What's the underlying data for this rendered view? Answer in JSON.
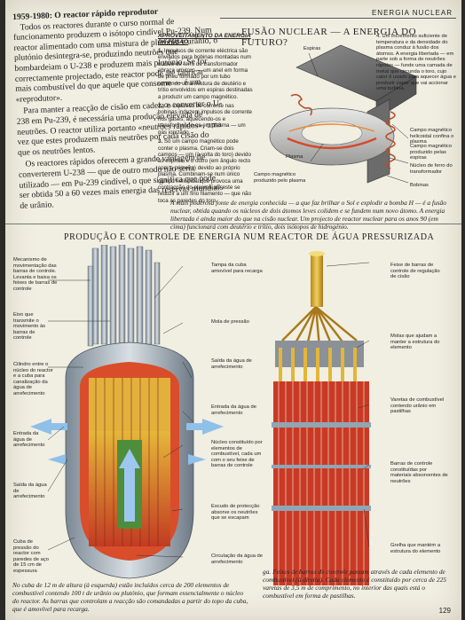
{
  "header": {
    "section": "ENERGIA NUCLEAR",
    "page_number": "129"
  },
  "left_article": {
    "title": "1959-1980: O reactor rápido reprodutor",
    "paragraphs": [
      "Todos os reactores durante o curso normal de funcionamento produzem o isótopo cindível Pu-239. Num reactor alimentado com uma mistura de plutónio e urânio, o plutónio desintegra-se, produzindo neutrões que bombardeiam o U-238 e produzem mais plutónio. Se for correctamente projectado, este reactor pode até fabricar mais combustível do que aquele que consome — é um «reprodutor».",
      "Para manter a reacção de cisão em cadeia e converter o U-238 em Pu-239, é necessária uma produção elevada de neutrões. O reactor utiliza portanto «neutrões rápidos», uma vez que estes produzem mais neutrões por cada cisão do que os neutrões lentos.",
      "Os reactores rápidos oferecem a grande vantagem de converterem U-238 — que de outro modo não seria utilizado — em Pu-239 cindível, o que significa que pode ser obtida 50 a 60 vezes mais energia das reservas mundiais de urânio."
    ]
  },
  "fusion": {
    "title_left": "FUSÃO NUCLEAR —",
    "title_right": "A ENERGIA DO FUTURO?",
    "use_heading": "APROVEITAMENTO DA ENERGIA DA FUSÃO",
    "steps": [
      {
        "n": "1.",
        "text": "Impulsos de corrente eléctrica são enviados para bobinas montadas num núcleo de ferro de transformador abraça um toro — um anel em forma de pneu formado por um tubo contendo uma mistura de deutério e trítio envolvidos em espiras destinadas a produzir um campo magnético."
      },
      {
        "n": "2.",
        "text": "Os impulsos de corrente nas bobinas induzem impulsos de corrente nos gases, aquecendo-os e transformando-os em plasma — um gás ionizado."
      },
      {
        "n": "3.",
        "text": "Só um campo magnético pode conter o plasma. Criam-se dois campos — um (à volta do toro) devido às espiras, e o outro (em ângulo recto com o primeiro) devido ao próprio plasma. Combinam-se num único campo helicoidal que provoca uma contracção do plasma até este se reduzir a um fino filamento — que não toca as paredes do toro."
      },
      {
        "n": "4.",
        "text": "Um incremento suficiente de temperatura e da densidade do plasma conduz à fusão dos átomos. A energia libertada — em parte sob a forma de neutrões rápidos — funde uma camada de metal que circunda o toro, cujo calor é usado para aquecer água e produzir vapor que vai accionar uma turbina."
      }
    ],
    "labels": {
      "espiras": "Espiras",
      "plasma": "Plasma",
      "campo_helicoidal": "Campo magnético helicoidal confina o plasma",
      "campo_espiras": "Campo magnético produzido pelas espiras",
      "nucleo": "Núcleo de ferro do transformador",
      "bobinas": "Bobinas",
      "campo_plasma": "Campo magnético produzido pelo plasma"
    },
    "caption": "A mais poderosa fonte de energia conhecida — a que faz brilhar o Sol e explodir a bomba H — é a fusão nuclear, obtida quando os núcleos de dois átomos leves colidem e se fundem num novo átomo. A energia libertada é ainda maior do que na cisão nuclear. Um projecto de reactor nuclear para os anos 90 (em cima) funcionará com deutério e trítio, dois isótopos de hidrogénio."
  },
  "pwr": {
    "title": "PRODUÇÃO E CONTROLE DE ENERGIA NUM REACTOR DE ÁGUA PRESSURIZADA",
    "left_labels": [
      "Mecanismo de movimentação das barras de controle. Levanta e baixa os feixes de barras de controle",
      "Eixo que transmite o movimento às barras de controle",
      "Cilindro entre o núcleo do reactor e a cuba para canalização da água de arrefecimento",
      "Entrada da água de arrefecimento",
      "Saída da água de arrefecimento",
      "Cuba de pressão do reactor com paredes de aço de 15 cm de espessura"
    ],
    "mid_labels": [
      "Tampa da cuba amovível para recarga",
      "Mola de pressão",
      "Saída da água de arrefecimento",
      "Entrada da água de arrefecimento",
      "Núcleo constituído por elementos de combustível, cada um com o seu feixe de barras de controle",
      "Escudo de protecção absorve os neutrões que se escapam",
      "Circulação da água de arrefecimento"
    ],
    "right_labels": [
      "Feixe de barras de controle de regulação de cisão",
      "Molas que ajudam a manter a estrutura do elemento",
      "Varetas de combustível contendo urânio em pastilhas",
      "Barras de controle constituídas por materiais absorventes de neutrões",
      "Grelha que mantém a estrutura do elemento"
    ],
    "caption_left": "No cuba de 12 m de altura (à esquerda) estão incluídos cerca de 200 elementos de combustível contendo 100 t de urânio ou plutónio, que formam essencialmente o núcleo do reactor. As barras que controlam a reacção são comandadas a partir do topo da cuba, que é amovível para recarga.",
    "caption_right": "ga. Feixes de barras de controle passam através de cada elemento de combustível (à direita). Cada elemento é constituído por cerca de 225 varetas de 3,5 m de comprimento, no interior das quais está o combustível em forma de pastilhas."
  }
}
